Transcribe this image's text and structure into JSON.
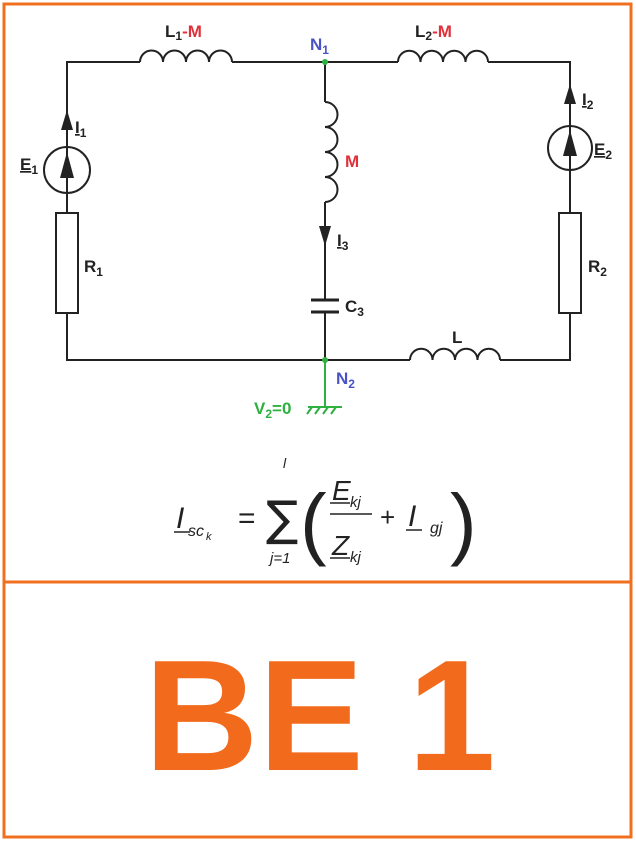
{
  "colors": {
    "frame": "#f07020",
    "title": "#f26b1d",
    "mutual": "#e0303a",
    "node": "#4a52c8",
    "ground": "#2fb03f"
  },
  "circuit": {
    "l1m": {
      "main": "L",
      "sub": "1",
      "suffix": "-M"
    },
    "l2m": {
      "main": "L",
      "sub": "2",
      "suffix": "-M"
    },
    "n1": {
      "main": "N",
      "sub": "1"
    },
    "n2": {
      "main": "N",
      "sub": "2"
    },
    "m": "M",
    "i1": {
      "main": "I",
      "sub": "1"
    },
    "i2": {
      "main": "I",
      "sub": "2"
    },
    "i3": {
      "main": "I",
      "sub": "3"
    },
    "e1": {
      "main": "E",
      "sub": "1"
    },
    "e2": {
      "main": "E",
      "sub": "2"
    },
    "r1": {
      "main": "R",
      "sub": "1"
    },
    "r2": {
      "main": "R",
      "sub": "2"
    },
    "c3": {
      "main": "C",
      "sub": "3"
    },
    "l": "L",
    "ground": {
      "main": "V",
      "sub": "2",
      "suffix": "=0"
    }
  },
  "formula": {
    "lhs": "I",
    "lhs_sub": "sc",
    "lhs_subsub": "k",
    "equals": "=",
    "sigma": "∑",
    "upper": "l",
    "lower": "j=1",
    "num": "E",
    "num_sub": "kj",
    "den": "Z",
    "den_sub": "kj",
    "plus": "+",
    "term": "I",
    "term_sub": "gj",
    "lparen": "(",
    "rparen": ")"
  },
  "title": "BE 1"
}
